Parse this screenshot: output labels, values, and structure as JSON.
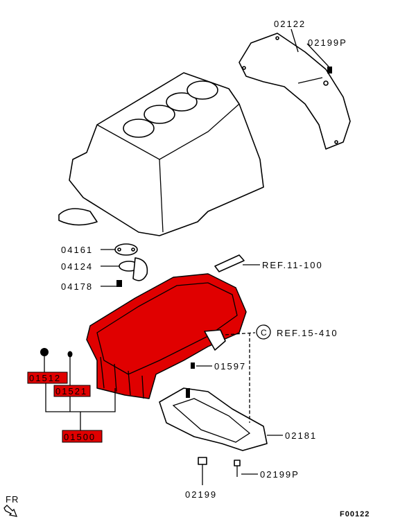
{
  "diagram": {
    "code": "F00122",
    "direction_label": "FR",
    "labels": {
      "flywheel_cover": "02122",
      "cover_bolt_top": "02199P",
      "gasket_04161": "04161",
      "part_04124": "04124",
      "bolt_04178": "04178",
      "ref_11_100": "REF.11-100",
      "ref_circle": "C",
      "ref_15_410": "REF.15-410",
      "bolt_01597": "01597",
      "plug_01512": "01512",
      "gasket_01521": "01521",
      "oil_pan_01500": "01500",
      "lower_pan_02181": "02181",
      "bolt_02199P_bottom": "02199P",
      "bolt_02199": "02199"
    },
    "highlight_color": "#e00000"
  }
}
